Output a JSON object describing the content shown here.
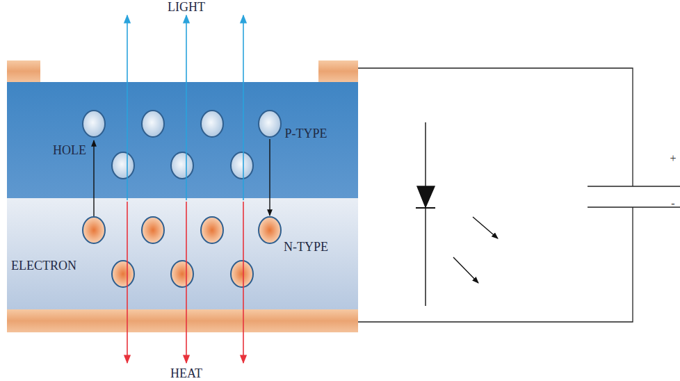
{
  "diagram": {
    "nodes": [
      {
        "text": [
          "P-TYPE"
        ]
      },
      {
        "text": [
          "N-TYPE"
        ]
      }
    ],
    "labels": [
      "LIGHT",
      "HEAT",
      "HOLE",
      "ELECTRON",
      "+",
      "-"
    ]
  }
}
